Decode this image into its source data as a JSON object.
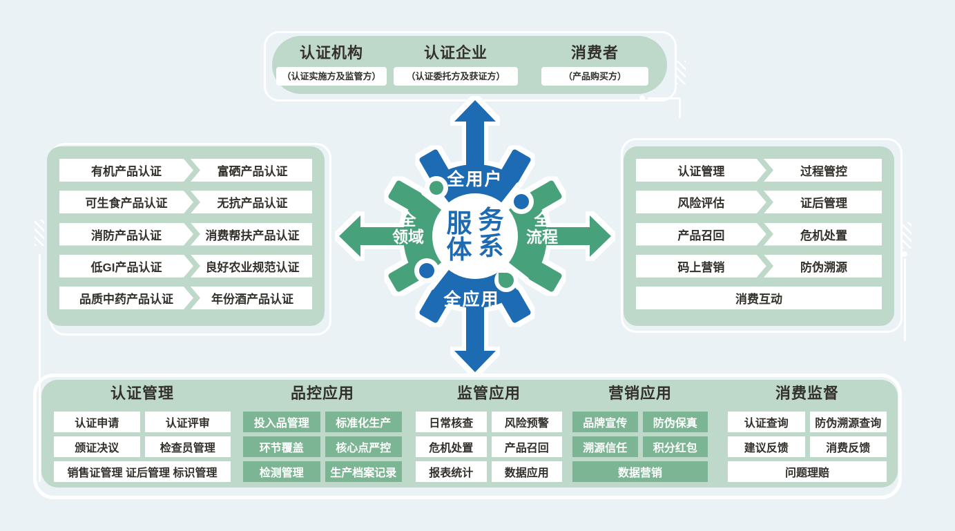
{
  "colors": {
    "background": "#eaf2f6",
    "panel_green": "#bed9c9",
    "cell_green": "#7cb593",
    "gear_blue": "#1d6bb3",
    "gear_green": "#47a27b",
    "text_dark": "#33302b",
    "core_text_blue": "#1e6bb2"
  },
  "top_panel": {
    "groups": [
      {
        "title": "认证机构",
        "subtitle": "（认证实施方及监管方）"
      },
      {
        "title": "认证企业",
        "subtitle": "（认证委托方及获证方）"
      },
      {
        "title": "消费者",
        "subtitle": "（产品购买方）"
      }
    ]
  },
  "left_panel": {
    "rows": [
      [
        "有机产品认证",
        "富硒产品认证"
      ],
      [
        "可生食产品认证",
        "无抗产品认证"
      ],
      [
        "消防产品认证",
        "消费帮扶产品认证"
      ],
      [
        "低GI产品认证",
        "良好农业规范认证"
      ],
      [
        "品质中药产品认证",
        "年份酒产品认证"
      ]
    ]
  },
  "right_panel": {
    "rows": [
      [
        "认证管理",
        "过程管控"
      ],
      [
        "风险评估",
        "证后管理"
      ],
      [
        "产品召回",
        "危机处置"
      ],
      [
        "码上营销",
        "防伪溯源"
      ]
    ],
    "full_row": "消费互动"
  },
  "center": {
    "core_chars": [
      "服",
      "务",
      "体",
      "系"
    ],
    "top_label": "全用户",
    "bottom_label": "全应用",
    "left_label_1": "全",
    "left_label_2": "领域",
    "right_label_1": "全",
    "right_label_2": "流程"
  },
  "bottom_panel": {
    "columns": [
      {
        "title": "认证管理",
        "rows": [
          [
            "认证申请",
            "认证评审"
          ],
          [
            "颁证决议",
            "检查员管理"
          ],
          [
            "销售证管理 证后管理 标识管理"
          ]
        ]
      },
      {
        "title": "品控应用",
        "rows": [
          [
            "投入品管理",
            "标准化生产"
          ],
          [
            "环节覆盖",
            "核心点严控"
          ],
          [
            "检测管理",
            "生产档案记录"
          ]
        ]
      },
      {
        "title": "监管应用",
        "rows": [
          [
            "日常核查",
            "风险预警"
          ],
          [
            "危机处置",
            "产品召回"
          ],
          [
            "报表统计",
            "数据应用"
          ]
        ]
      },
      {
        "title": "营销应用",
        "rows": [
          [
            "品牌宣传",
            "防伪保真"
          ],
          [
            "溯源信任",
            "积分红包"
          ],
          [
            "数据营销"
          ]
        ]
      },
      {
        "title": "消费监督",
        "rows": [
          [
            "认证查询",
            "防伪溯源查询"
          ],
          [
            "建议反馈",
            "消费反馈"
          ],
          [
            "问题理赔"
          ]
        ]
      }
    ]
  }
}
